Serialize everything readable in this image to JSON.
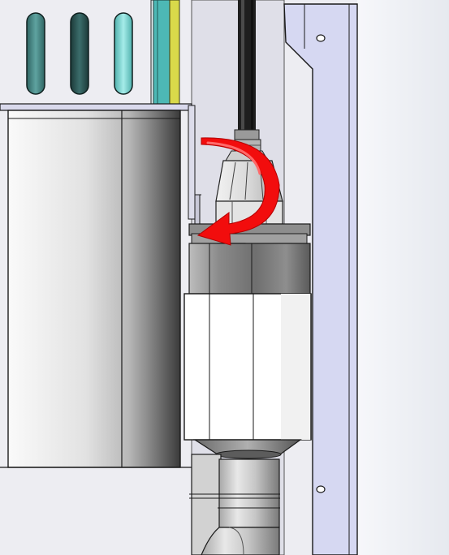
{
  "scene": {
    "kind": "cad-cutaway-render",
    "components": [
      "background-gradient",
      "vent-slots",
      "vertical-rails",
      "black-cable",
      "cable-gland",
      "hex-nut",
      "canister-collar",
      "canister-body",
      "reducer-cone",
      "drain-pipe",
      "pipe-elbow",
      "tank-block",
      "side-bracket",
      "rotation-arrow"
    ],
    "instruction": "rotate-counterclockwise",
    "vent_slot_colors": [
      "#3d8a88",
      "#2a5553",
      "#74d2cf"
    ],
    "colors": {
      "panel_fill": "#dedee9",
      "rail_teal": "#4db8b5",
      "rail_yellow": "#d9d94a",
      "arrow_red": "#f20d0d",
      "bracket_fill": "#d6d8f2",
      "cable": "#202020"
    }
  }
}
